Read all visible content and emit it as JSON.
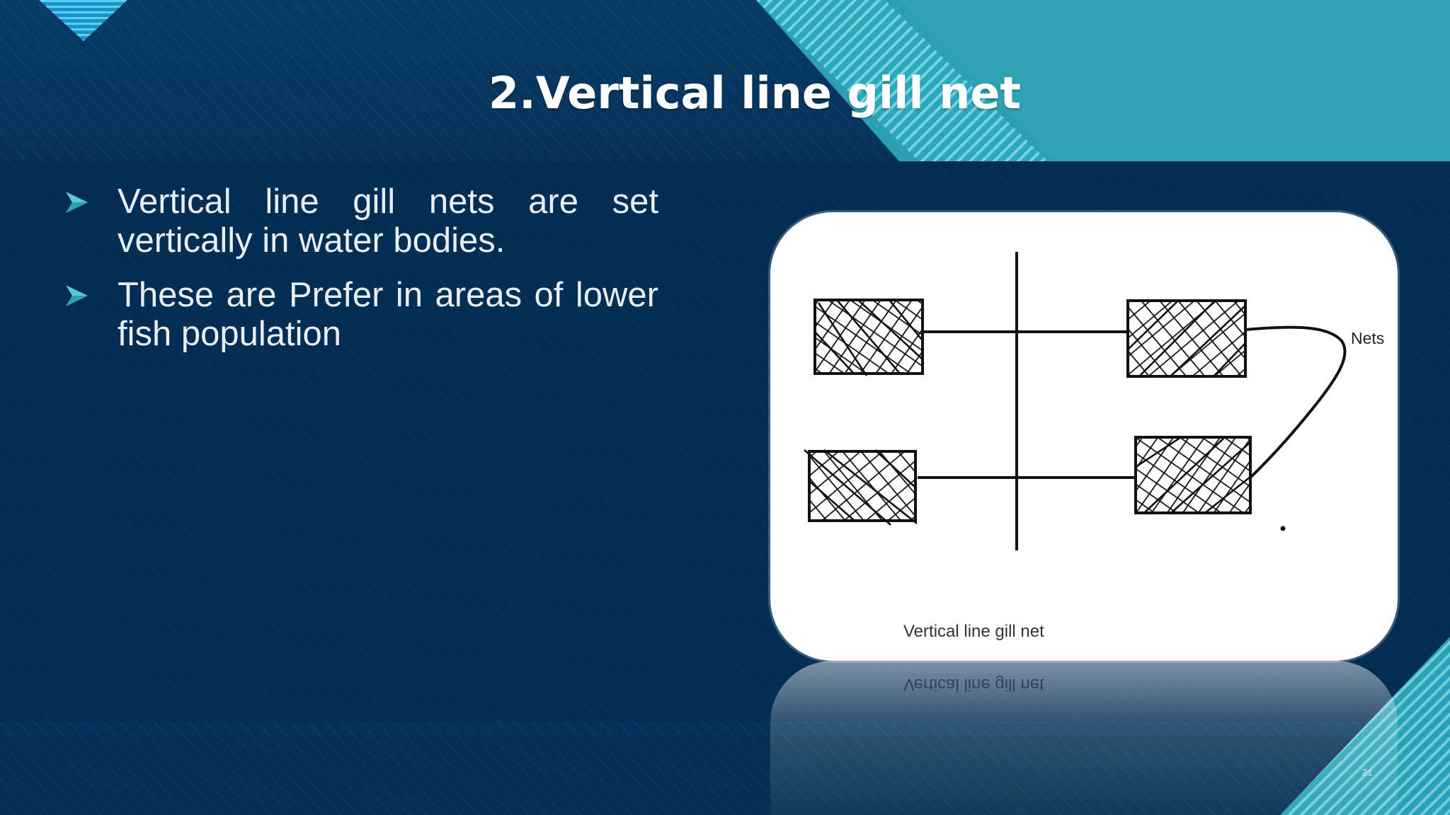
{
  "slide": {
    "title": "2.Vertical line gill net",
    "bullets": [
      {
        "text": "Vertical line gill nets are set vertically in water bodies."
      },
      {
        "text": "These are Prefer in areas of lower fish population"
      }
    ],
    "figure": {
      "label": "Nets",
      "caption": "Vertical line gill net"
    },
    "page_number": "21",
    "colors": {
      "background": "#04325a",
      "accent": "#35b9c9",
      "bullet_arrow": "#5ac8d8",
      "text": "#e9eef4"
    },
    "icons": {
      "bullet": "arrowhead-bullet-icon"
    }
  }
}
